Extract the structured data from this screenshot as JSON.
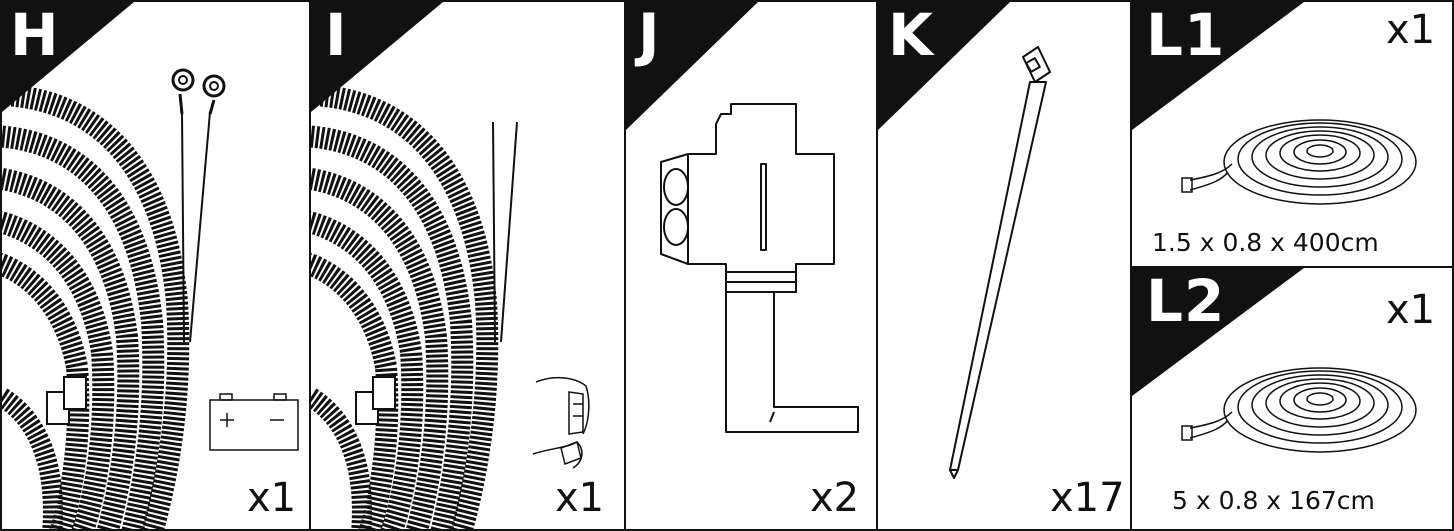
{
  "parts": [
    {
      "letter": "H",
      "quantity": "x1",
      "icon": "battery-icon"
    },
    {
      "letter": "I",
      "quantity": "x1",
      "icon": "connector-hand-icon"
    },
    {
      "letter": "J",
      "quantity": "x2",
      "icon": "splice-connector-icon"
    },
    {
      "letter": "K",
      "quantity": "x17",
      "icon": "cable-tie-icon"
    },
    {
      "letter": "L1",
      "quantity": "x1",
      "dimensions": "1.5 x 0.8 x 400cm",
      "icon": "foam-tape-roll-icon"
    },
    {
      "letter": "L2",
      "quantity": "x1",
      "dimensions": "5 x 0.8 x 167cm",
      "icon": "foam-tape-roll-icon"
    }
  ],
  "colors": {
    "line": "#111111",
    "badge": "#111111",
    "background": "#ffffff"
  }
}
